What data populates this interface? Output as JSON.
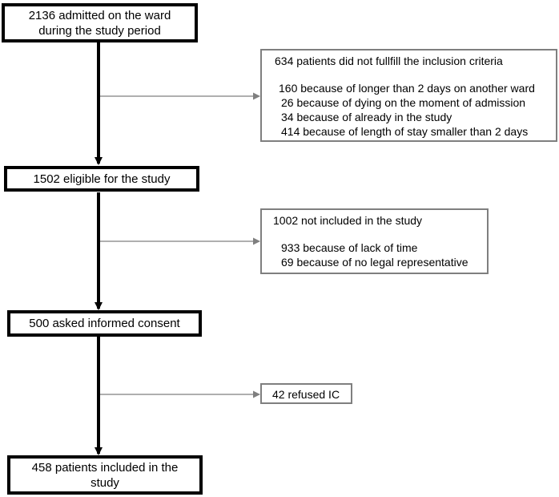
{
  "flowchart": {
    "steps": [
      {
        "lines": [
          "2136 admitted on the ward",
          "during the study period"
        ]
      },
      {
        "lines": [
          "1502 eligible for the study"
        ]
      },
      {
        "lines": [
          "500 asked informed consent"
        ]
      },
      {
        "lines": [
          "458 patients included in the",
          "study"
        ]
      }
    ],
    "exclusions": [
      {
        "heading": "634 patients did not fullfill the inclusion criteria",
        "reasons": [
          "160 because of longer than 2 days on another ward",
          "26 because of dying on the moment of admission",
          "34 because of already in the study",
          "414 because of length of stay smaller than 2 days"
        ]
      },
      {
        "heading": "1002 not included in the study",
        "reasons": [
          "933 because of lack of time",
          "69 because of no legal representative"
        ]
      },
      {
        "heading": "42 refused IC",
        "reasons": []
      }
    ]
  }
}
